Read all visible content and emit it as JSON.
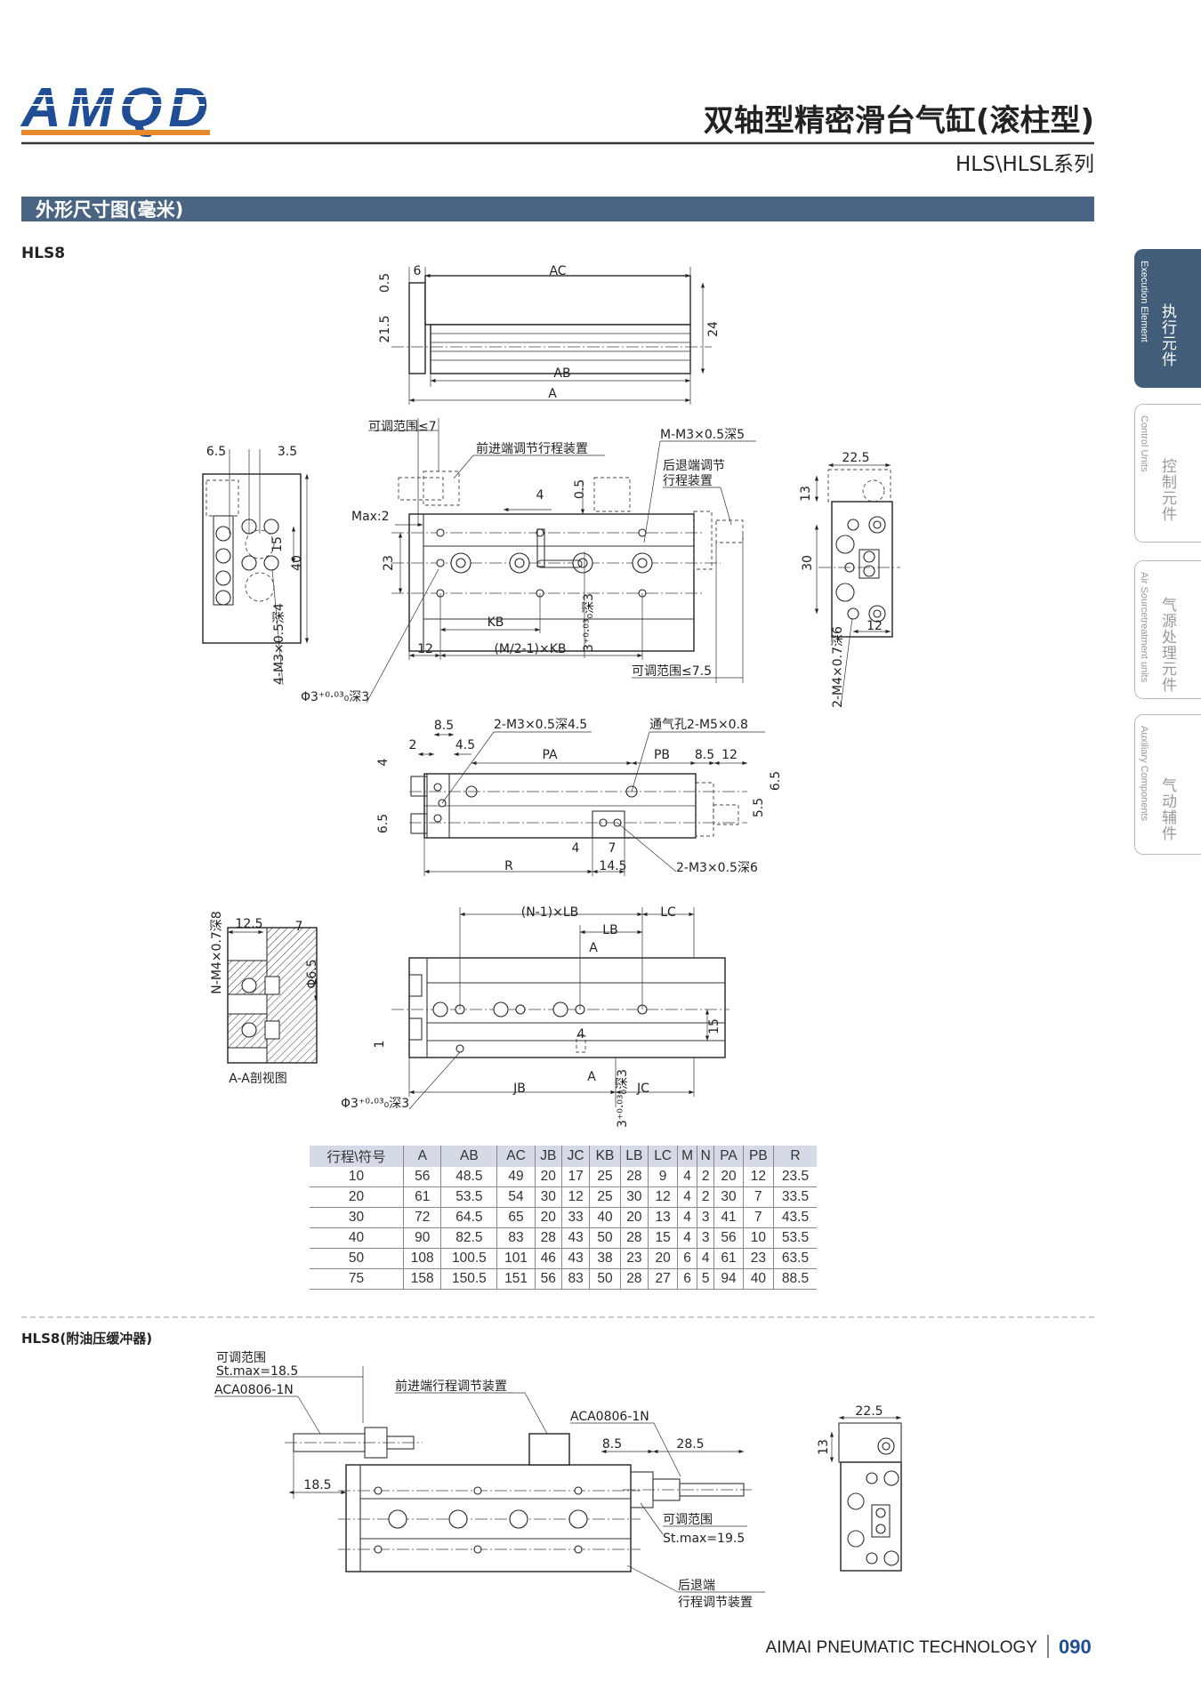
{
  "header": {
    "logo": "AMQD",
    "title": "双轴型精密滑台气缸(滚柱型)",
    "series": "HLS\\HLSL系列",
    "section_bar": "外形尺寸图(毫米)",
    "colors": {
      "brand_blue": "#1f4e96",
      "brand_orange": "#e8892b",
      "bar": "#4a6584"
    }
  },
  "side_tabs": [
    {
      "zh": "执行元件",
      "en": "Execution Element",
      "active": true
    },
    {
      "zh": "控制元件",
      "en": "Control Units",
      "active": false
    },
    {
      "zh": "气源处理元件",
      "en": "Air Sourcetreatment units",
      "active": false
    },
    {
      "zh": "气动辅件",
      "en": "Auxiliary Components",
      "active": false
    }
  ],
  "hls8": {
    "label": "HLS8",
    "top_view": {
      "d05": "0.5",
      "d6": "6",
      "ac": "AC",
      "d215": "21.5",
      "d24": "24",
      "ab": "AB",
      "a": "A"
    },
    "front_view": {
      "adj7": "可调范围≤7",
      "front_adj": "前进端调节行程装置",
      "m_holes": "M-M3×0.5深5",
      "rear_adj1": "后退端调节",
      "rear_adj2": "行程装置",
      "d4": "4",
      "d05": "0.5",
      "max2": "Max:2",
      "d23": "23",
      "kb": "KB",
      "d12": "12",
      "mkb": "(M/2-1)×KB",
      "pin": "3⁺⁰·⁰³₀深3",
      "adj75": "可调范围≤7.5",
      "phi": "Φ3⁺⁰·⁰³₀深3"
    },
    "left_view": {
      "d65": "6.5",
      "d35": "3.5",
      "d15": "15",
      "d40": "40",
      "thread": "4-M3×0.5深4"
    },
    "right_view": {
      "d225": "22.5",
      "d13": "13",
      "d30": "30",
      "d12": "12",
      "thread": "2-M4×0.7深6"
    },
    "bottom_view": {
      "d85": "8.5",
      "d2": "2",
      "d45": "4.5",
      "thread1": "2-M3×0.5深4.5",
      "vent": "通气孔2-M5×0.8",
      "pa": "PA",
      "pb": "PB",
      "d85b": "8.5",
      "d12": "12",
      "d4": "4",
      "d65r": "6.5",
      "d55": "5.5",
      "d65l": "6.5",
      "d4b": "4",
      "d7": "7",
      "r": "R",
      "d145": "14.5",
      "thread2": "2-M3×0.5深6"
    },
    "section_view": {
      "thread": "N-M4×0.7深8",
      "d125": "12.5",
      "d7": "7",
      "phi65": "Φ6.5",
      "caption": "A-A剖视图",
      "d1": "1",
      "nlb": "(N-1)×LB",
      "lc": "LC",
      "lb": "LB",
      "a1": "A",
      "d15": "15",
      "d4": "4",
      "a2": "A",
      "jb": "JB",
      "jc": "JC",
      "pin": "3⁺⁰·⁰³₀深3",
      "phi": "Φ3⁺⁰·⁰³₀深3"
    },
    "table": {
      "headers": [
        "行程\\符号",
        "A",
        "AB",
        "AC",
        "JB",
        "JC",
        "KB",
        "LB",
        "LC",
        "M",
        "N",
        "PA",
        "PB",
        "R"
      ],
      "rows": [
        [
          "10",
          "56",
          "48.5",
          "49",
          "20",
          "17",
          "25",
          "28",
          "9",
          "4",
          "2",
          "20",
          "12",
          "23.5"
        ],
        [
          "20",
          "61",
          "53.5",
          "54",
          "30",
          "12",
          "25",
          "30",
          "12",
          "4",
          "2",
          "30",
          "7",
          "33.5"
        ],
        [
          "30",
          "72",
          "64.5",
          "65",
          "20",
          "33",
          "40",
          "20",
          "13",
          "4",
          "3",
          "41",
          "7",
          "43.5"
        ],
        [
          "40",
          "90",
          "82.5",
          "83",
          "28",
          "43",
          "50",
          "28",
          "15",
          "4",
          "3",
          "56",
          "10",
          "53.5"
        ],
        [
          "50",
          "108",
          "100.5",
          "101",
          "46",
          "43",
          "38",
          "23",
          "20",
          "6",
          "4",
          "61",
          "23",
          "63.5"
        ],
        [
          "75",
          "158",
          "150.5",
          "151",
          "56",
          "83",
          "50",
          "28",
          "27",
          "6",
          "5",
          "94",
          "40",
          "88.5"
        ]
      ]
    }
  },
  "hls8_buffer": {
    "label": "HLS8(附油压缓冲器)",
    "adj_l1": "可调范围",
    "adj_l2": "St.max=18.5",
    "model_l": "ACA0806-1N",
    "front_adj": "前进端行程调节装置",
    "model_r": "ACA0806-1N",
    "d85": "8.5",
    "d285": "28.5",
    "d185": "18.5",
    "adj_r1": "可调范围",
    "adj_r2": "St.max=19.5",
    "rear1": "后退端",
    "rear2": "行程调节装置",
    "d225": "22.5",
    "d13": "13"
  },
  "footer": {
    "company": "AIMAI PNEUMATIC TECHNOLOGY",
    "page": "090"
  }
}
